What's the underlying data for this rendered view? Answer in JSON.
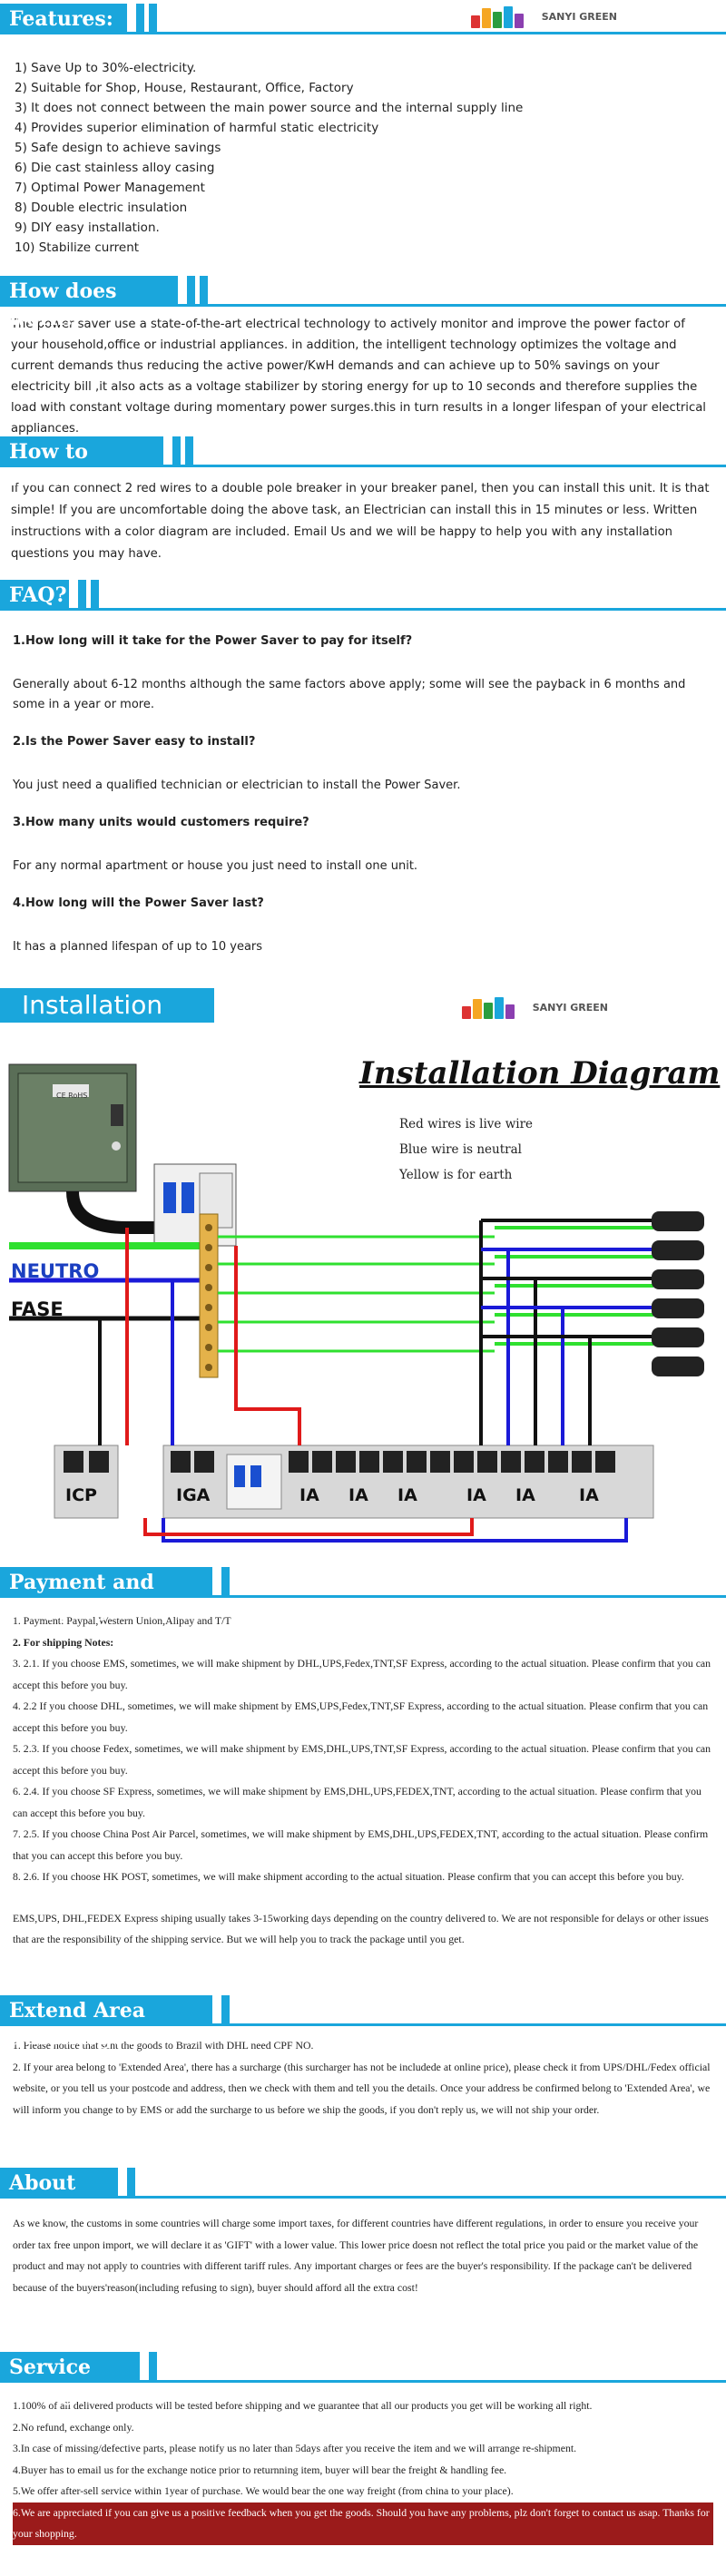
{
  "brand": {
    "name": "SANYI GREEN"
  },
  "features": {
    "title": "Features:",
    "items": [
      "1)  Save Up to 30%-electricity.",
      "2)  Suitable for Shop, House, Restaurant, Office, Factory",
      "3)  It does not connect between the main power source and the internal supply line",
      "4)  Provides superior elimination of harmful static electricity",
      "5)  Safe design to achieve savings",
      "6)  Die cast stainless alloy casing",
      "7)  Optimal Power Management",
      "8)  Double electric insulation",
      "9)  DIY easy installation.",
      "10)  Stabilize current"
    ]
  },
  "how_work": {
    "title": "How does work?",
    "text": "The power saver use a state-of-the-art electrical technology to actively monitor and improve the power factor of your household,office or industrial appliances. in addition, the intelligent technology optimizes the voltage and current demands thus reducing the active power/KwH demands and can achieve up to 50% savings on your electricity bill ,it also acts as a voltage stabilizer by storing energy for up to 10 seconds and therefore supplies the load with constant voltage during momentary power surges.this in turn results in a longer lifespan of your electrical appliances."
  },
  "how_install": {
    "title": "How to install?",
    "text": "If you can connect 2 red wires to a double pole breaker in your breaker panel, then you can install this unit. It is that simple! If you are uncomfortable doing the above task, an Electrician   can install this in 15 minutes or less. Written instructions with a color diagram are included. Email Us and we will be happy to help you with any installation questions you may have."
  },
  "faq": {
    "title": "FAQ?",
    "items": [
      {
        "q": "1.How long will it take for the Power Saver to pay for itself?",
        "a": "Generally about 6-12 months although the same factors above apply; some will see the payback in 6 months and some in a year or more."
      },
      {
        "q": "2.Is the Power Saver easy to install?",
        "a": "You just need a qualified technician or electrician to install the Power Saver."
      },
      {
        "q": "3.How many units would customers require?",
        "a": "For any normal apartment or house you just need to install one unit."
      },
      {
        "q": "4.How long will the Power Saver last?",
        "a": "It has a planned lifespan of up to 10 years"
      }
    ]
  },
  "installation": {
    "title": "Installation",
    "diagram_title": "Installation Diagram",
    "legend": [
      "Red wires is live wire",
      "Blue wire is neutral",
      "Yellow is for earth"
    ],
    "neutro": "NEUTRO",
    "fase": "FASE",
    "breakers": [
      "ICP",
      "IGA",
      "IA",
      "IA",
      "IA",
      "IA",
      "IA",
      "IA"
    ],
    "box_label": "CE RoHS"
  },
  "payment": {
    "title": "Payment and Shipping",
    "lines": [
      "1.  Payment: Paypal,Western Union,Alipay and T/T",
      "2.  For shipping Notes:",
      "3.   2.1. If you choose EMS, sometimes, we will make shipment by DHL,UPS,Fedex,TNT,SF Express, according to the actual situation. Please confirm that you can accept this before you buy.",
      "4.  2.2 If you choose DHL, sometimes, we will make shipment by EMS,UPS,Fedex,TNT,SF Express, according to the actual situation. Please confirm that you can accept this before you buy.",
      "5.  2.3. If you choose Fedex, sometimes, we will make shipment by EMS,DHL,UPS,TNT,SF Express, according to the actual situation. Please confirm that you can accept this before you buy.",
      "6.  2.4. If you choose SF Express, sometimes, we will make shipment by EMS,DHL,UPS,FEDEX,TNT, according to the actual situation. Please confirm that you can accept this before you buy.",
      "7.  2.5. If you choose China Post Air Parcel, sometimes, we will make shipment by EMS,DHL,UPS,FEDEX,TNT, according to the actual situation. Please confirm that you can accept this before you buy.",
      "8.  2.6. If you choose HK POST, sometimes, we will make shipment according to the actual situation. Please confirm that you can accept this before you buy."
    ],
    "note": "EMS,UPS, DHL,FEDEX Express shiping usually takes 3-15working days depending on the country delivered to. We are not responsible for delays or other issues that are the responsibility of the shipping service. But we will help you to track the package until you get."
  },
  "extend": {
    "title": "Extend Area Surcharges",
    "lines": [
      "1.  Please notice that sent the goods to Brazil with DHL need CPF NO.",
      "2.  If your area belong to 'Extended Area', there has a surcharge (this surcharger has not be includede at online price), please check it from UPS/DHL/Fedex official website, or you tell us your postcode and address, then we check with them and tell you the details. Once your address be confirmed belong to 'Extended Area', we will inform you change to by EMS or add the surcharge to us before we ship the goods, if you don't reply us, we will not ship your order."
    ]
  },
  "taxes": {
    "title": "About Taxes",
    "text": "As we know, the customs in some countries will charge some import taxes, for different countries have different regulations, in order to ensure you receive your order tax free unpon import, we will declare it as 'GIFT' with a lower value. This lower price doesn not reflect the total price you paid or the market value of the product and may not apply to countries with different tariff rules. Any important charges or fees are the buyer's responsibility. If the package can't be delivered because of the buyers'reason(including refusing to sign), buyer should afford all the extra cost!"
  },
  "service": {
    "title": "Service Policy",
    "lines": [
      "1.100% of all delivered products will be tested before shipping and we guarantee that all our products you get will be working all right.",
      "2.No refund, exchange only.",
      "3.In case of missing/defective parts, please notify us no later than 5days after you receive the item and we will arrange re-shipment.",
      "4.Buyer has to email us for the exchange notice prior to returnning item, buyer will bear the freight & handling fee.",
      "5.We offer after-sell service within 1year of purchase. We would bear the one way freight (from china to your place)."
    ],
    "highlight": "6.We are appreciated if you can give us a positive feedback when you get the goods. Should you have any problems, plz don't forget to contact us asap. Thanks for your shopping."
  },
  "colors": {
    "accent": "#1aa6dc",
    "highlight": "#9b1b1b"
  }
}
